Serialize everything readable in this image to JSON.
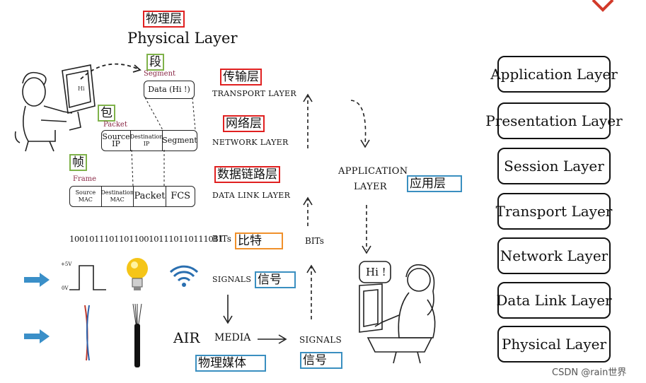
{
  "headings": {
    "physical_cn": "物理层",
    "physical_en": "Physical Layer"
  },
  "encapsulation": {
    "segment_cn": "段",
    "segment_tag": "Segment",
    "segment_data": "Data (Hi !)",
    "packet_cn": "包",
    "packet_tag": "Packet",
    "packet_cells": [
      "Source IP",
      "Destination IP",
      "Segment"
    ],
    "frame_cn": "帧",
    "frame_tag": "Frame",
    "frame_cells": [
      "Source MAC",
      "Destination MAC",
      "Packet",
      "FCS"
    ]
  },
  "layers_mid": {
    "transport_cn": "传输层",
    "transport_en": "TRANSPORT LAYER",
    "network_cn": "网络层",
    "network_en": "NETWORK LAYER",
    "datalink_cn": "数据链路层",
    "datalink_en": "DATA LINK LAYER"
  },
  "bits": {
    "stream": "1001011101101100101110110111011",
    "label": "BITs",
    "label_cn": "比特",
    "bits_right": "BITs"
  },
  "signals": {
    "label": "SIGNALS",
    "label_cn": "信号",
    "signals_bottom": "SIGNALS",
    "signals_bottom_cn": "信号",
    "v_high": "+5V",
    "v_low": "0V"
  },
  "media": {
    "air": "AIR",
    "media": "MEDIA",
    "media_cn": "物理媒体"
  },
  "application": {
    "label_line1": "APPLICATION",
    "label_line2": "LAYER",
    "label_cn": "应用层",
    "hi": "Hi !"
  },
  "osi_stack": [
    "Application Layer",
    "Presentation Layer",
    "Session Layer",
    "Transport Layer",
    "Network Layer",
    "Data Link Layer",
    "Physical Layer"
  ],
  "watermark": "CSDN @rain世界",
  "colors": {
    "red": "#e02020",
    "green": "#7fb24a",
    "blue": "#3a8fc0",
    "orange": "#f0902a",
    "arrow": "#3a8fc8",
    "bulb": "#f5c518"
  }
}
